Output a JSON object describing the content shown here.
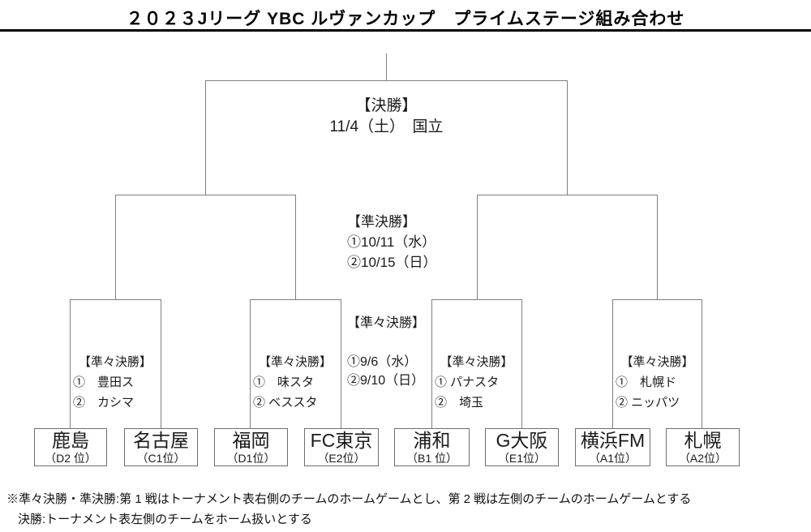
{
  "title": "２０２３Jリーグ YBC ルヴァンカップ　プライムステージ組み合わせ",
  "final": {
    "label": "【決勝】",
    "detail": "11/4（土）　国立"
  },
  "semifinal": {
    "label": "【準決勝】",
    "leg1": "①10/11（水）",
    "leg2": "②10/15（日）"
  },
  "quarterfinal_schedule": {
    "label": "【準々決勝】",
    "leg1": "①9/6（水）",
    "leg2": "②9/10（日）"
  },
  "quarterfinals": [
    {
      "label": "【準々決勝】",
      "leg1": "①　豊田ス",
      "leg2": "②　カシマ"
    },
    {
      "label": "【準々決勝】",
      "leg1": "①　味スタ",
      "leg2": "② ベススタ"
    },
    {
      "label": "【準々決勝】",
      "leg1": "① パナスタ",
      "leg2": "②　埼玉"
    },
    {
      "label": "【準々決勝】",
      "leg1": "①　札幌ド",
      "leg2": "② ニッパツ"
    }
  ],
  "teams": [
    {
      "name": "鹿島",
      "seed": "（D2 位）"
    },
    {
      "name": "名古屋",
      "seed": "（C1位）"
    },
    {
      "name": "福岡",
      "seed": "（D1位）"
    },
    {
      "name": "FC東京",
      "seed": "（E2位）"
    },
    {
      "name": "浦和",
      "seed": "（B1 位）"
    },
    {
      "name": "G大阪",
      "seed": "（E1位）"
    },
    {
      "name": "横浜FM",
      "seed": "（A1位）"
    },
    {
      "name": "札幌",
      "seed": "（A2位）"
    }
  ],
  "notes": [
    "※準々決勝・準決勝:第 1 戦はトーナメント表右側のチームのホームゲームとし、第 2 戦は左側のチームのホームゲームとする",
    "決勝:トーナメント表左側のチームをホーム扱いとする"
  ],
  "colors": {
    "background": "#ffffff",
    "line": "#7f7f7f",
    "rule": "#000000",
    "text": "#1a1a1a"
  }
}
